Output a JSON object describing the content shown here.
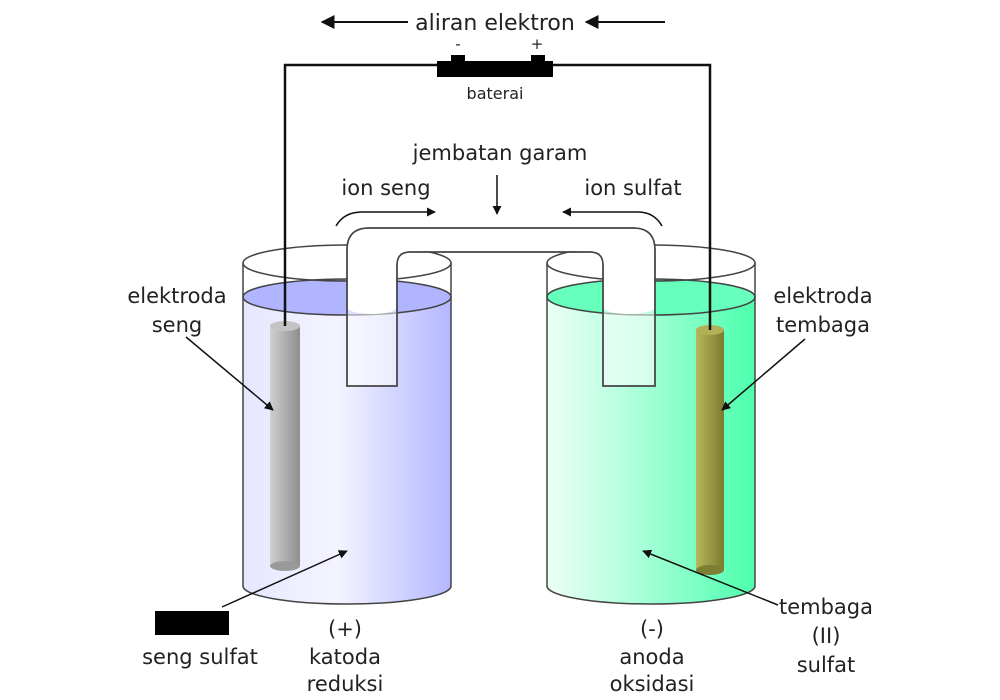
{
  "labels": {
    "electron_flow": "aliran elektron",
    "minus_sign": "-",
    "plus_sign": "+",
    "battery": "baterai",
    "salt_bridge": "jembatan garam",
    "zinc_ion": "ion seng",
    "sulfate_ion": "ion sulfat",
    "zinc_electrode": [
      "elektroda",
      "seng"
    ],
    "copper_electrode": [
      "elektroda",
      "tembaga"
    ],
    "zinc_sulfate": "seng sulfat",
    "cathode": [
      "(+)",
      "katoda",
      "reduksi"
    ],
    "anode": [
      "(-)",
      "anoda",
      "oksidasi"
    ],
    "copper_sulfate": [
      "tembaga",
      "(II)",
      "sulfat"
    ]
  },
  "colors": {
    "zinc_solution": "#b3b6ff",
    "copper_solution": "#66ffbb",
    "zinc_electrode": "#aaaaaa",
    "copper_electrode": "#999944",
    "wire": "#111111",
    "battery": "#000000"
  }
}
